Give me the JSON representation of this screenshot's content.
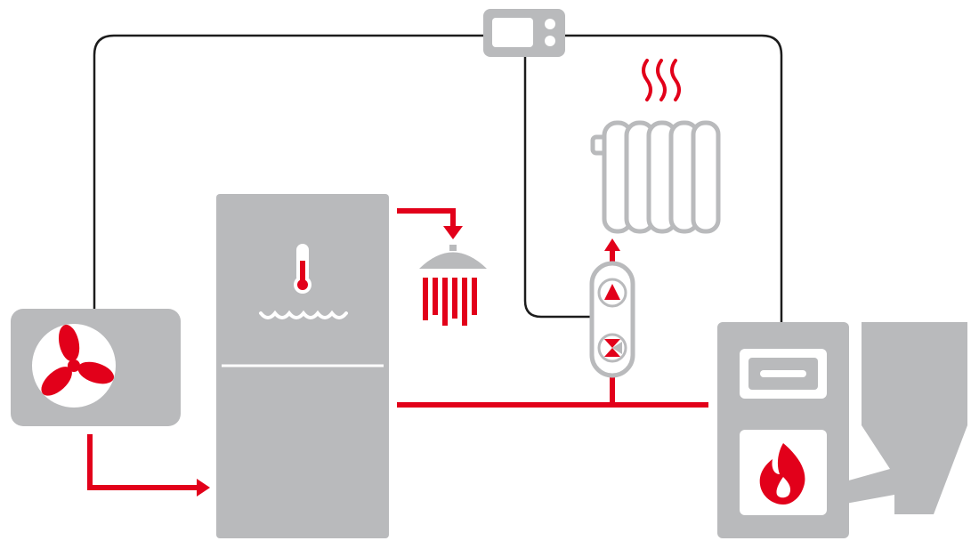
{
  "diagram": {
    "colors": {
      "accent": "#e2001a",
      "equipment": "#b9babc",
      "control_line": "#1c1c1c",
      "background": "#ffffff"
    },
    "components": [
      {
        "id": "heat-pump-unit",
        "icon": "fan-icon"
      },
      {
        "id": "water-storage-tank",
        "icon": "thermometer-icon"
      },
      {
        "id": "room-controller",
        "icon": "controller-icon"
      },
      {
        "id": "radiator",
        "icon": "heat-waves-icon"
      },
      {
        "id": "pump-group",
        "icon": "pump-icon"
      },
      {
        "id": "pellet-boiler",
        "icon": "flame-icon"
      },
      {
        "id": "pellet-hopper",
        "icon": "hopper-icon"
      },
      {
        "id": "shower",
        "icon": "shower-icon"
      }
    ]
  }
}
